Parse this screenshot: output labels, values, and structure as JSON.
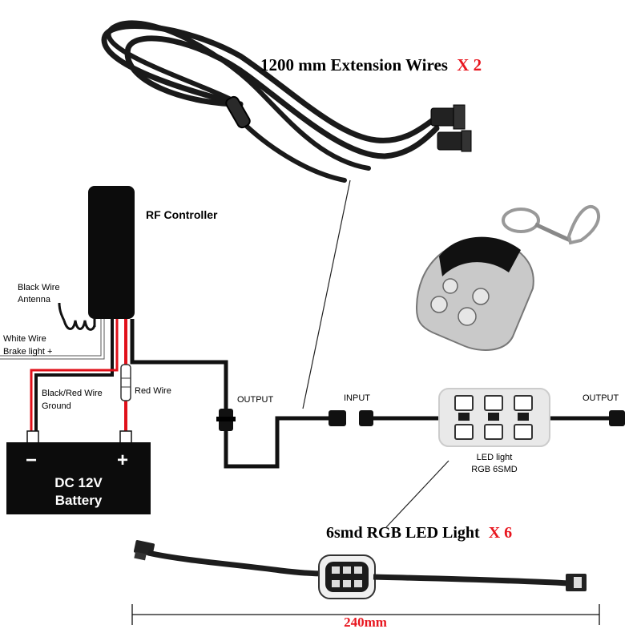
{
  "extension_wires": {
    "text": "1200 mm  Extension Wires",
    "qty": "X 2"
  },
  "rf_controller": {
    "label": "RF Controller"
  },
  "black_wire": {
    "line1": "Black Wire",
    "line2": "Antenna"
  },
  "white_wire": {
    "line1": "White Wire",
    "line2": "Brake light +"
  },
  "black_red_wire": {
    "line1": "Black/Red Wire",
    "line2": "Ground"
  },
  "red_wire": {
    "label": "Red Wire"
  },
  "battery": {
    "minus": "−",
    "plus": "+",
    "line1": "DC 12V",
    "line2": "Battery"
  },
  "output_left": {
    "label": "OUTPUT"
  },
  "input": {
    "label": "INPUT"
  },
  "output_right": {
    "label": "OUTPUT"
  },
  "led_light": {
    "line1": "LED light",
    "line2": "RGB 6SMD"
  },
  "led_product": {
    "text": "6smd RGB LED Light",
    "qty": "X 6"
  },
  "dimension": {
    "label": "240mm"
  },
  "colors": {
    "wire_black": "#111111",
    "wire_red": "#e0101a",
    "highlight_red": "#e8161f",
    "controller_body": "#0c0c0c",
    "led_module": "#e9e9e9"
  },
  "icons": [
    "rf-controller-icon",
    "remote-keyfob-icon",
    "extension-wire-icon",
    "battery-icon",
    "led-module-icon",
    "led-light-photo-icon"
  ]
}
